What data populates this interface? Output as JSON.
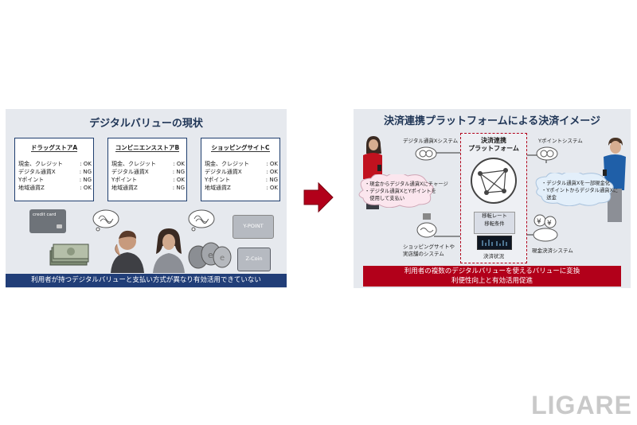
{
  "left_panel": {
    "title": "デジタルバリューの現状",
    "stores": [
      {
        "name": "ドラッグストアA",
        "rows": [
          {
            "label": "現金、クレジット",
            "value": ": OK"
          },
          {
            "label": "デジタル通貨X",
            "value": ": NG"
          },
          {
            "label": "Yポイント",
            "value": ": NG"
          },
          {
            "label": "地域通貨Z",
            "value": ": OK"
          }
        ]
      },
      {
        "name": "コンビニエンスストアB",
        "rows": [
          {
            "label": "現金、クレジット",
            "value": ": OK"
          },
          {
            "label": "デジタル通貨X",
            "value": ": NG"
          },
          {
            "label": "Yポイント",
            "value": ": OK"
          },
          {
            "label": "地域通貨Z",
            "value": ": NG"
          }
        ]
      },
      {
        "name": "ショッピングサイトC",
        "rows": [
          {
            "label": "現金、クレジット",
            "value": ": OK"
          },
          {
            "label": "デジタル通貨X",
            "value": ": OK"
          },
          {
            "label": "Yポイント",
            "value": ": NG"
          },
          {
            "label": "地域通貨Z",
            "value": ": OK"
          }
        ]
      }
    ],
    "credit_card_label": "credit card",
    "y_point_label": "Y-POINT",
    "z_coin_label": "Z-Coin",
    "banner": "利用者が持つデジタルバリューと支払い方式が異なり有効活用できていない"
  },
  "right_panel": {
    "title": "決済連携プラットフォームによる決済イメージ",
    "digital_x_system": "デジタル通貨Xシステム",
    "y_point_system": "Yポイントシステム",
    "shop_system": [
      "ショッピングサイトや",
      "実店舗のシステム"
    ],
    "cash_system": "現金決済システム",
    "platform_title": [
      "決済連携",
      "プラットフォーム"
    ],
    "rate_box": [
      "移転レート",
      "移転条件"
    ],
    "status_label": "決済状況",
    "left_cloud": [
      "・現金からデジタル通貨Xにチャージ",
      "・デジタル通貨XとYポイントを",
      "　使用して支払い"
    ],
    "right_cloud": [
      "・デジタル通貨Xを一部現金化",
      "・Yポイントからデジタル通貨Xに",
      "　送金"
    ],
    "banner": [
      "利用者の複数のデジタルバリューを使えるバリューに変換",
      "利便性向上と有効活用促進"
    ]
  },
  "watermark": "LIGARE",
  "colors": {
    "navy": "#213e78",
    "crimson": "#b2001a",
    "panel_bg": "#e6e9ee"
  }
}
